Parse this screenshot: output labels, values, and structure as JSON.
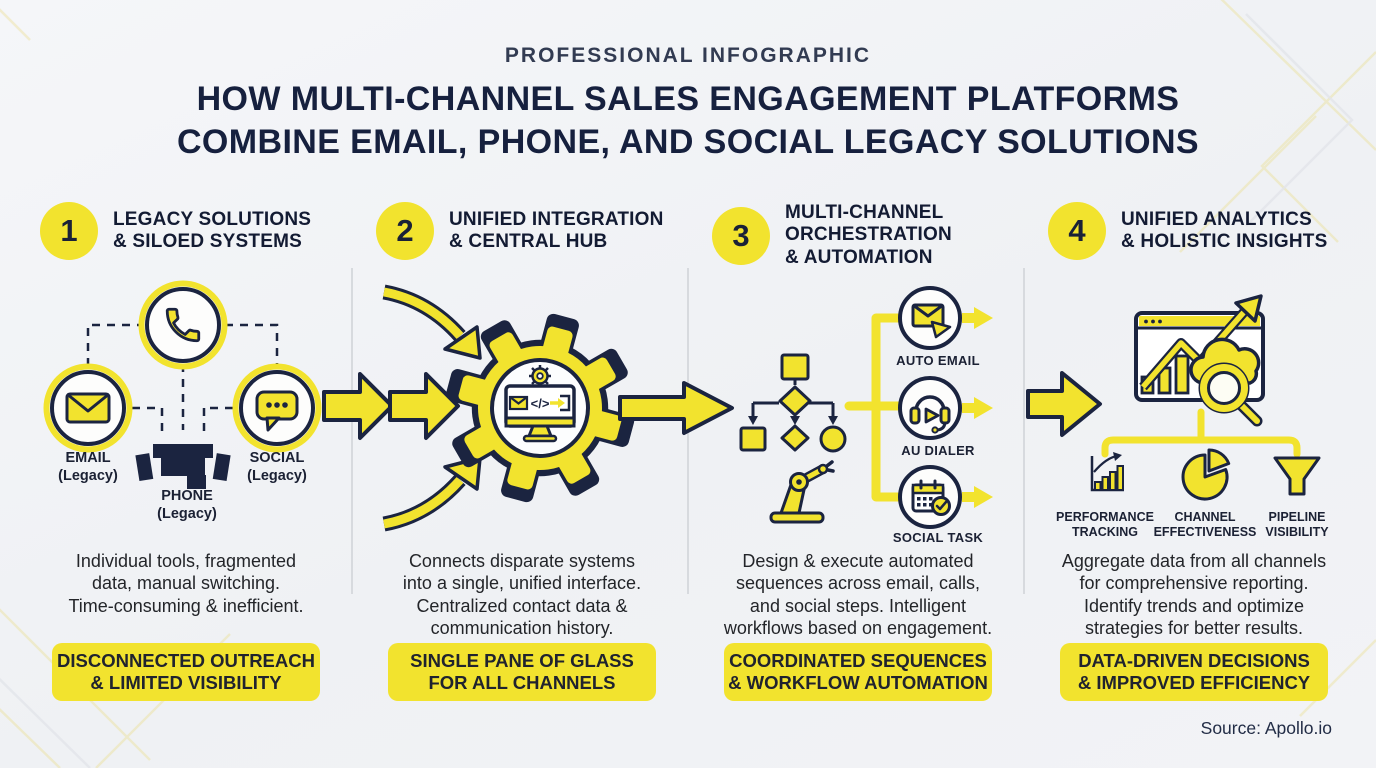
{
  "colors": {
    "yellow": "#F2E32E",
    "navy": "#1B2440",
    "background": "#F1F2F5",
    "divider": "#D7DADE"
  },
  "header": {
    "eyebrow": "PROFESSIONAL INFOGRAPHIC",
    "title": "HOW MULTI-CHANNEL SALES ENGAGEMENT PLATFORMS\nCOMBINE EMAIL, PHONE, AND SOCIAL LEGACY SOLUTIONS"
  },
  "steps": [
    {
      "number": "1",
      "title": "LEGACY SOLUTIONS\n& SILOED SYSTEMS",
      "description": "Individual tools, fragmented\ndata, manual switching.\nTime-consuming & inefficient.",
      "badge": "DISCONNECTED OUTREACH\n& LIMITED VISIBILITY",
      "icon_labels": [
        {
          "label": "EMAIL\n(Legacy)"
        },
        {
          "label": "PHONE\n(Legacy)"
        },
        {
          "label": "SOCIAL\n(Legacy)"
        }
      ]
    },
    {
      "number": "2",
      "title": "UNIFIED INTEGRATION\n& CENTRAL HUB",
      "description": "Connects disparate systems\ninto a single, unified interface.\nCentralized contact data &\ncommunication history.",
      "badge": "SINGLE PANE OF GLASS\nFOR ALL CHANNELS",
      "icon_labels": [],
      "code_glyph": "</>"
    },
    {
      "number": "3",
      "title": "MULTI-CHANNEL\nORCHESTRATION\n& AUTOMATION",
      "description": "Design & execute automated\nsequences across email, calls,\nand social steps. Intelligent\nworkflows based on engagement.",
      "badge": "COORDINATED SEQUENCES\n& WORKFLOW AUTOMATION",
      "icon_labels": [
        {
          "label": "AUTO EMAIL"
        },
        {
          "label": "AU DIALER"
        },
        {
          "label": "SOCIAL TASK"
        }
      ]
    },
    {
      "number": "4",
      "title": "UNIFIED ANALYTICS\n& HOLISTIC INSIGHTS",
      "description": "Aggregate data from all channels\nfor comprehensive reporting.\nIdentify trends and optimize\nstrategies for better results.",
      "badge": "DATA-DRIVEN DECISIONS\n& IMPROVED EFFICIENCY",
      "icon_labels": [
        {
          "label": "PERFORMANCE\nTRACKING"
        },
        {
          "label": "CHANNEL\nEFFECTIVENESS"
        },
        {
          "label": "PIPELINE\nVISIBILITY"
        }
      ]
    }
  ],
  "footer": {
    "source": "Source: Apollo.io"
  }
}
